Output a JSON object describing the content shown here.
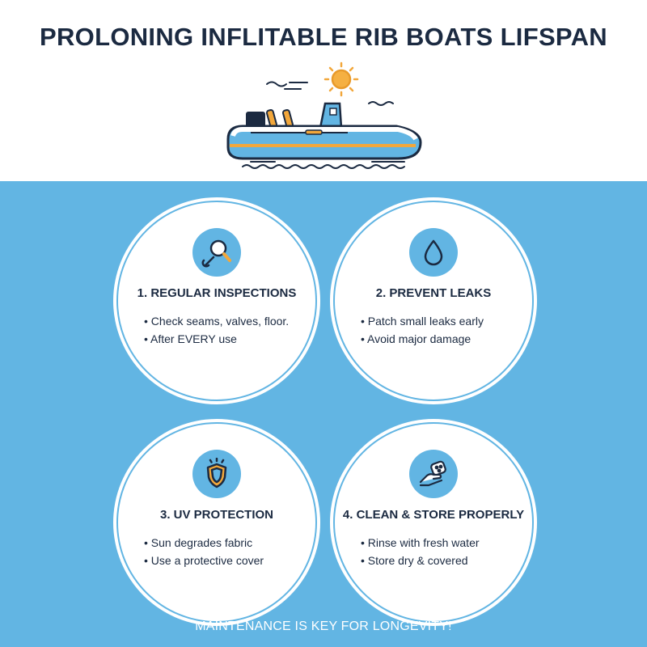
{
  "title": "PROLONING INFLITABLE RIB BOATS LIFSPAN",
  "cards": [
    {
      "title": "1. REGULAR INSPECTIONS",
      "bullets": [
        "Check seams, valves, floor.",
        "After EVERY use"
      ],
      "icon": "magnifier-wrench-icon"
    },
    {
      "title": "2. PREVENT LEAKS",
      "bullets": [
        "Patch small leaks early",
        "Avoid major damage"
      ],
      "icon": "water-drop-icon"
    },
    {
      "title": "3. UV PROTECTION",
      "bullets": [
        "Sun degrades fabric",
        "Use a protective cover"
      ],
      "icon": "shield-sun-icon"
    },
    {
      "title": "4. CLEAN & STORE PROPERLY",
      "bullets": [
        "Rinse with fresh water",
        "Store dry & covered"
      ],
      "icon": "hand-sponge-icon"
    }
  ],
  "footer": "MAINTENANCE IS KEY FOR LONGEVITY!",
  "colors": {
    "accent": "#62b5e3",
    "dark": "#1b2a41",
    "orange": "#f2a73b"
  }
}
